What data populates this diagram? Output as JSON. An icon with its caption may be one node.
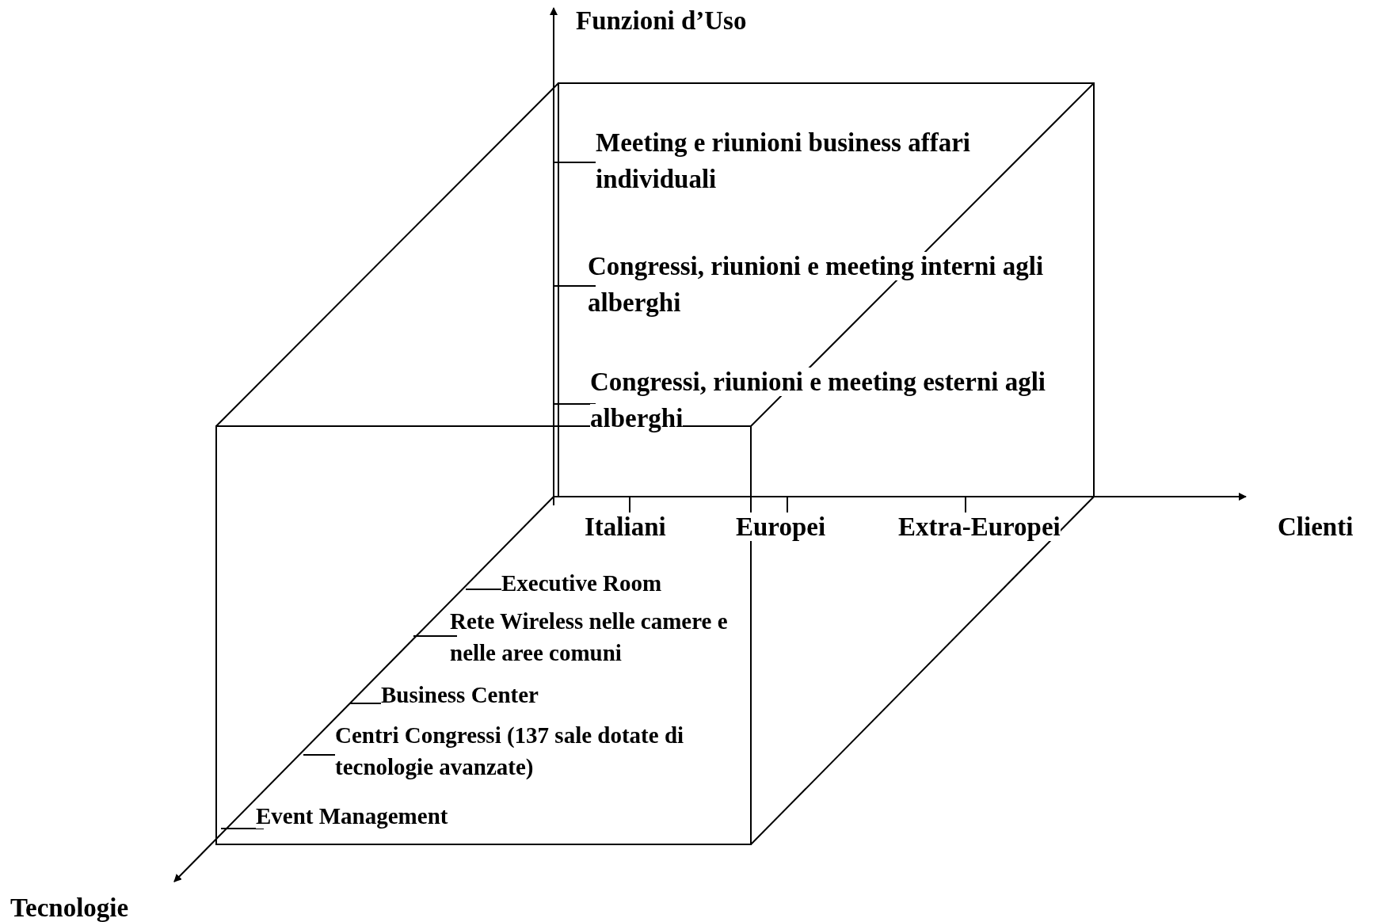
{
  "diagram": {
    "labels": [
      "Funzioni d’Uso",
      "Meeting e riunioni business affari individuali",
      "Congressi, riunioni e meeting interni agli alberghi",
      "Congressi, riunioni e meeting esterni agli alberghi",
      "Italiani",
      "Europei",
      "Extra-Europei",
      "Clienti",
      "Executive Room",
      "Rete Wireless nelle camere e nelle aree comuni",
      "Business Center",
      "Centri Congressi (137 sale dotate di tecnologie avanzate)",
      "Event Management",
      "Tecnologie"
    ]
  }
}
